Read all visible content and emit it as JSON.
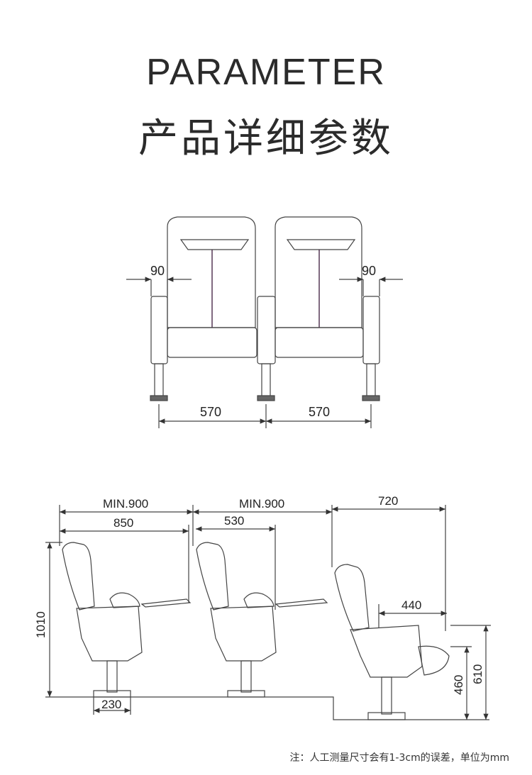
{
  "header": {
    "title_en": "PARAMETER",
    "title_cn": "产品详细参数"
  },
  "front_view": {
    "arm_width_left": "90",
    "arm_width_right": "90",
    "seat_spacing_left": "570",
    "seat_spacing_right": "570"
  },
  "side_view": {
    "row_spacing_1": "MIN.900",
    "row_spacing_2": "MIN.900",
    "depth_open": "850",
    "depth_closed": "530",
    "depth_folded": "720",
    "tablet_depth": "440",
    "total_height": "1010",
    "base_width": "230",
    "seat_height": "460",
    "arm_height": "610"
  },
  "footer": {
    "note": "注：人工测量尺寸会有1-3cm的误差，单位为mm"
  },
  "colors": {
    "line": "#444444",
    "text": "#222222",
    "accent_line": "#4a2a4a"
  }
}
